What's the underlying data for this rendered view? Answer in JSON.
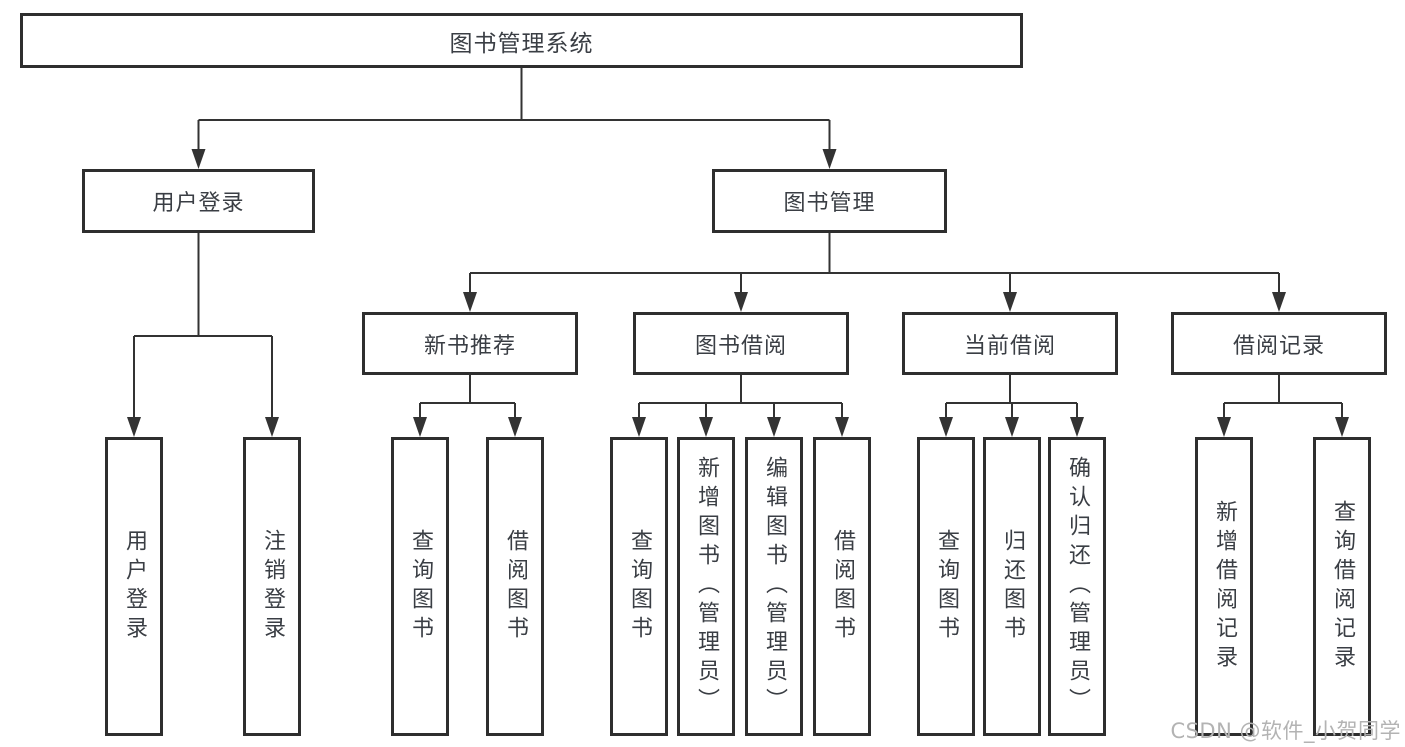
{
  "diagram": {
    "tree": {
      "label": "图书管理系统",
      "children": [
        {
          "label": "用户登录",
          "children": [
            {
              "label": "用户登录"
            },
            {
              "label": "注销登录"
            }
          ]
        },
        {
          "label": "图书管理",
          "children": [
            {
              "label": "新书推荐",
              "children": [
                {
                  "label": "查询图书"
                },
                {
                  "label": "借阅图书"
                }
              ]
            },
            {
              "label": "图书借阅",
              "children": [
                {
                  "label": "查询图书"
                },
                {
                  "label": "新增图书（管理员）"
                },
                {
                  "label": "编辑图书（管理员）"
                },
                {
                  "label": "借阅图书"
                }
              ]
            },
            {
              "label": "当前借阅",
              "children": [
                {
                  "label": "查询图书"
                },
                {
                  "label": "归还图书"
                },
                {
                  "label": "确认归还（管理员）"
                }
              ]
            },
            {
              "label": "借阅记录",
              "children": [
                {
                  "label": "新增借阅记录"
                },
                {
                  "label": "查询借阅记录"
                }
              ]
            }
          ]
        }
      ]
    },
    "colors": {
      "background": "#ffffff",
      "box_border": "#2e2e2e",
      "connector": "#333333",
      "text": "#3a3e44",
      "watermark": "#b3b3b3"
    }
  },
  "watermark": {
    "text": "CSDN @软件_小贺同学"
  }
}
